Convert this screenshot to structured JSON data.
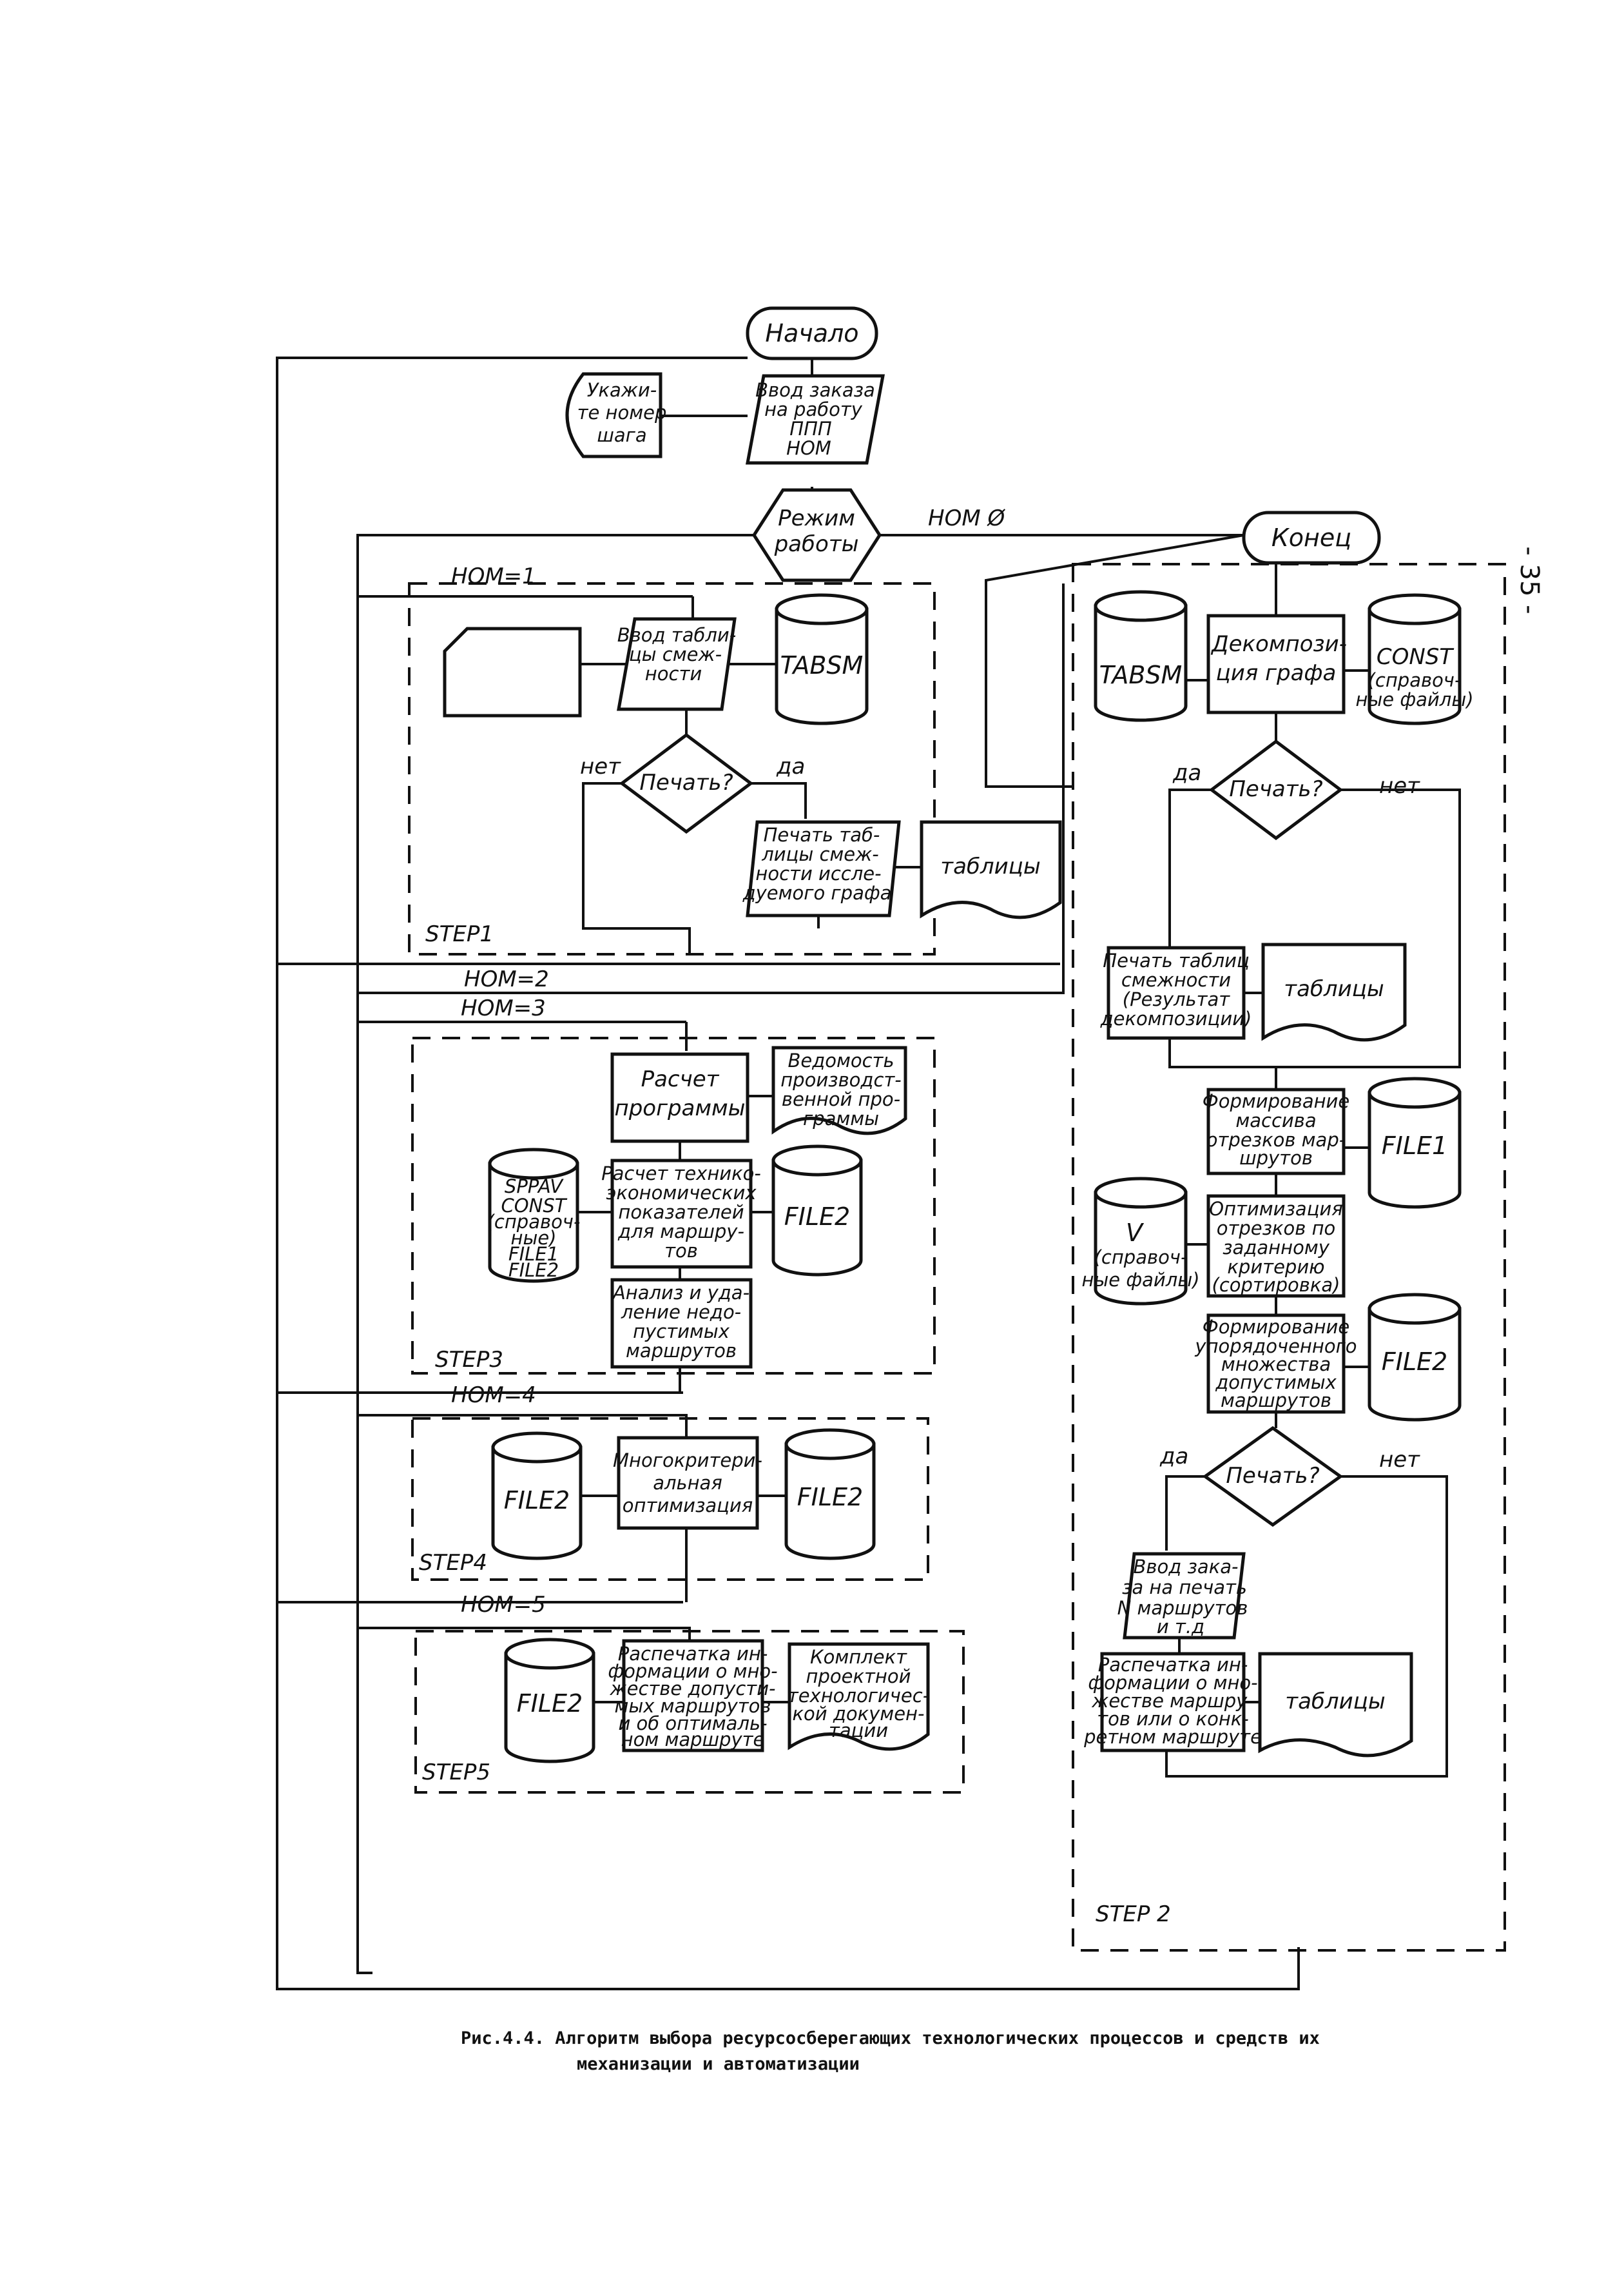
{
  "page_number": "- 35 -",
  "caption": {
    "line1": "Рис.4.4. Алгоритм выбора ресурсосберегающих технологических процессов и средств их",
    "line2": "механизации и автоматизации"
  },
  "nodes": {
    "start": "Начало",
    "end": "Конец",
    "input_step": [
      "Укажи-",
      "те номер",
      "шага"
    ],
    "input_order": [
      "Ввод заказа",
      "на работу",
      "ППП",
      "НОМ"
    ],
    "mode": [
      "Режим",
      "работы"
    ],
    "step1_input": [
      "Ввод табли-",
      "цы смеж-",
      "ности"
    ],
    "step1_db": "TABSM",
    "step1_print_q": "Печать?",
    "step1_print": [
      "Печать таб-",
      "лицы смеж-",
      "ности иссле-",
      "дуемого графа"
    ],
    "step1_doc": "таблицы",
    "step3_calc": [
      "Расчет",
      "программы"
    ],
    "step3_doc": [
      "Ведомость",
      "производст-",
      "венной про-",
      "граммы"
    ],
    "step3_db_ref": [
      "SPPAV",
      "CONST",
      "(справоч-",
      "ные)",
      "FILE1",
      "FILE2"
    ],
    "step3_calc_ind": [
      "Расчет технико-",
      "экономических",
      "показателей",
      "для маршру-",
      "тов"
    ],
    "step3_file2": "FILE2",
    "step3_analysis": [
      "Анализ и уда-",
      "ление недо-",
      "пустимых",
      "маршрутов"
    ],
    "step4_file2_in": "FILE2",
    "step4_opt": [
      "Многокритери-",
      "альная",
      "оптимизация"
    ],
    "step4_file2_out": "FILE2",
    "step5_file2": "FILE2",
    "step5_print": [
      "Распечатка ин-",
      "формации о мно-",
      "жестве допусти-",
      "мых маршрутов",
      "и об оптималь-",
      "ном маршруте"
    ],
    "step5_doc": [
      "Комплект",
      "проектной",
      "технологичес-",
      "кой докумен-",
      "тации"
    ],
    "step2_tabsm": "TABSM",
    "step2_decomp": [
      "Декомпози-",
      "ция графа"
    ],
    "step2_const": [
      "CONST",
      "(справоч-",
      "ные файлы)"
    ],
    "step2_print_q1": "Печать?",
    "step2_print_tab": [
      "Печать таблиц",
      "смежности",
      "(Результат",
      "декомпозиции)"
    ],
    "step2_doc1": "таблицы",
    "step2_form_arr": [
      "Формирование",
      "массива",
      "отрезков мар-",
      "шрутов"
    ],
    "step2_file1": "FILE1",
    "step2_v": [
      "V",
      "(справоч-",
      "ные файлы)"
    ],
    "step2_opt": [
      "Оптимизация",
      "отрезков по",
      "заданному",
      "критерию",
      "(сортировка)"
    ],
    "step2_form_set": [
      "Формирование",
      "упорядоченного",
      "множества",
      "допустимых",
      "маршрутов"
    ],
    "step2_file2": "FILE2",
    "step2_print_q2": "Печать?",
    "step2_order": [
      "Ввод зака-",
      "за на печать",
      "N маршрутов",
      "и т.д"
    ],
    "step2_print_info": [
      "Распечатка ин-",
      "формации о мно-",
      "жестве маршру-",
      "тов или о конк-",
      "ретном маршруте"
    ],
    "step2_doc2": "таблицы"
  },
  "labels": {
    "nom0": "НОМ Ø",
    "nom1": "НОМ=1",
    "nom2": "НОМ=2",
    "nom3": "НОМ=3",
    "nom4": "НОМ=4",
    "nom5": "НОМ=5",
    "step1": "STEP1",
    "step2": "STEP 2",
    "step3": "STEP3",
    "step4": "STEP4",
    "step5": "STEP5",
    "yes": "да",
    "no": "нет"
  }
}
